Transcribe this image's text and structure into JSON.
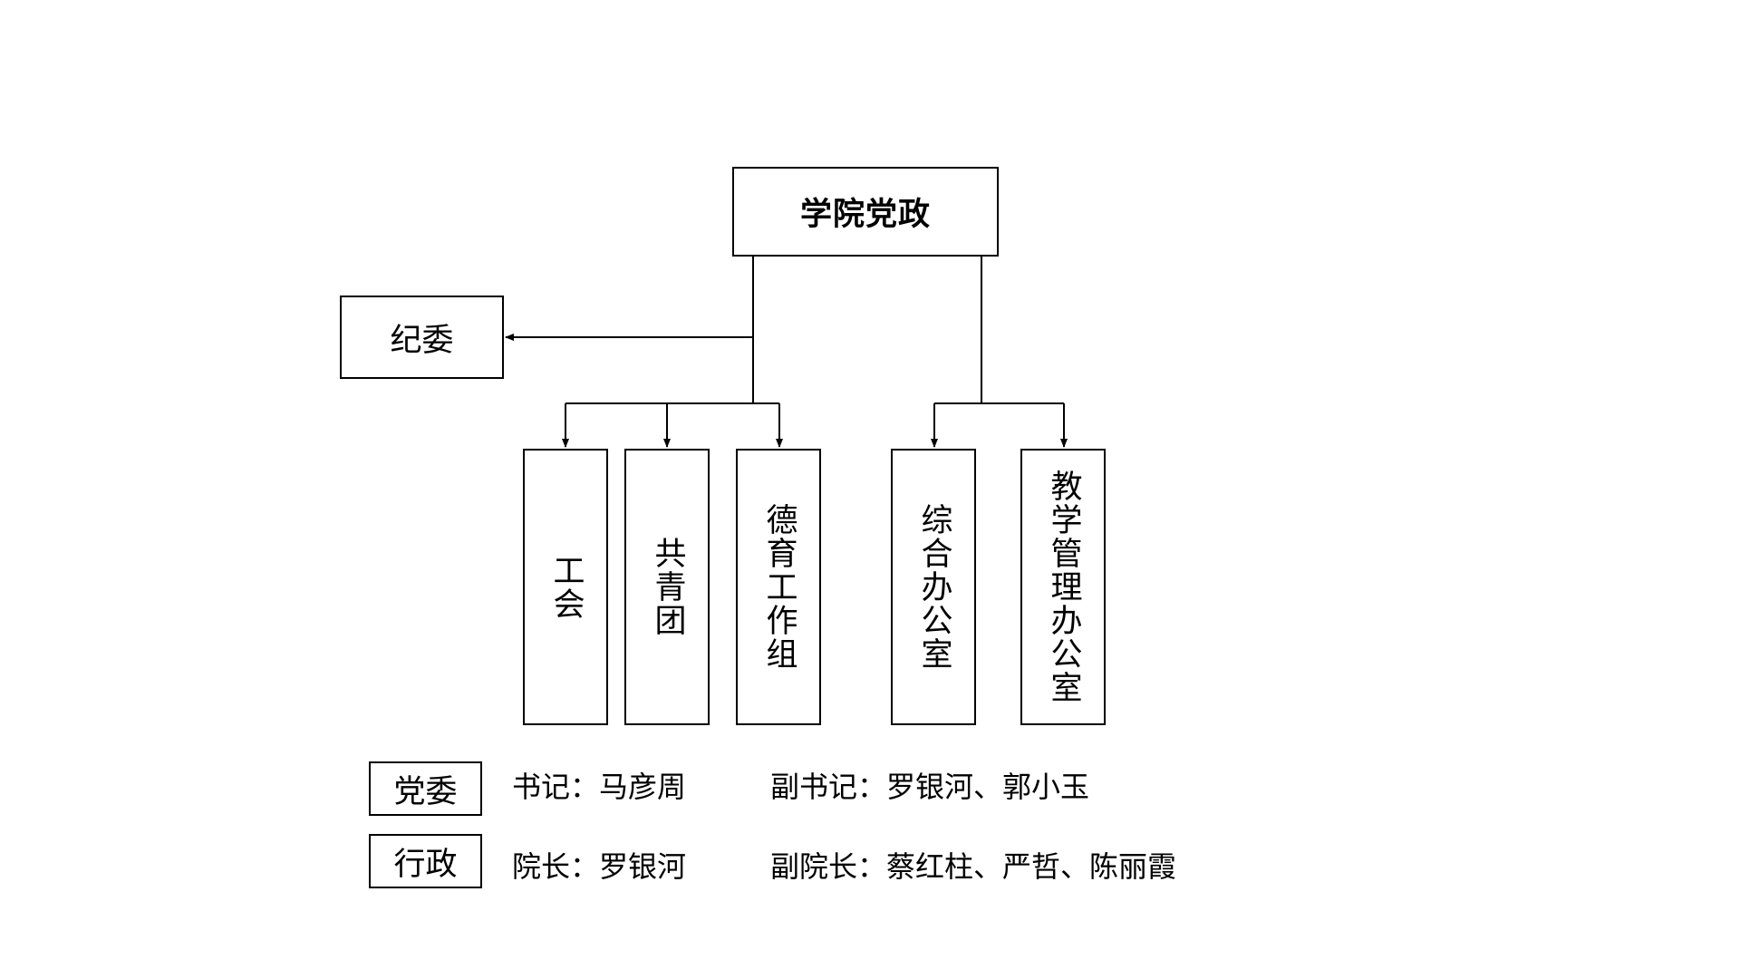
{
  "root": {
    "label": "学院党政"
  },
  "jiwei": {
    "label": "纪委"
  },
  "party_units": [
    {
      "label": "工会"
    },
    {
      "label": "共青团"
    },
    {
      "label": "德育工作组"
    }
  ],
  "admin_units": [
    {
      "label": "综合办公室"
    },
    {
      "label": "教学管理办公室"
    }
  ],
  "legend": {
    "party": {
      "label": "党委",
      "leader": "书记：马彦周",
      "deputy": "副书记：罗银河、郭小玉"
    },
    "admin": {
      "label": "行政",
      "leader": "院长：罗银河",
      "deputy": "副院长：蔡红柱、严哲、陈丽霞"
    }
  },
  "colors": {
    "line": "#000000",
    "background": "#ffffff"
  }
}
